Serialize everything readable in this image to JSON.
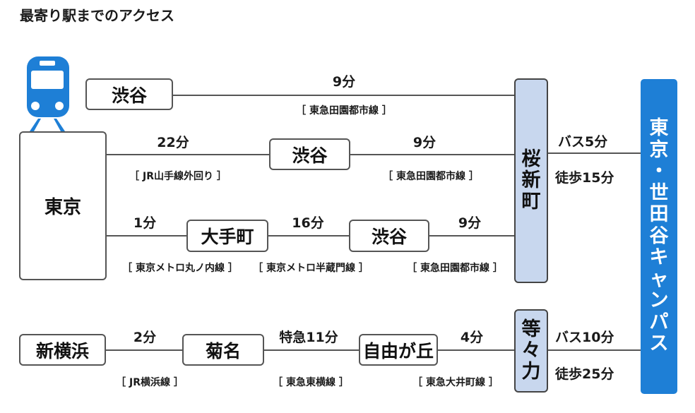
{
  "title": "最寄り駅までのアクセス",
  "icons": {
    "train": "train-icon"
  },
  "colors": {
    "campus_bg": "#1e7fd6",
    "hub_bg": "#c8d7ee",
    "train": "#1e7fd6"
  },
  "stations": {
    "shibuya": "渋谷",
    "tokyo": "東京",
    "otemachi": "大手町",
    "shin_yokohama": "新横浜",
    "kikuna": "菊名",
    "jiyugaoka": "自由が丘",
    "sakurashinmachi": [
      "桜",
      "新",
      "町"
    ],
    "todoroki": [
      "等",
      "々",
      "力"
    ],
    "campus": [
      "東",
      "京",
      "・",
      "世",
      "田",
      "谷",
      "キ",
      "ャ",
      "ン",
      "パ",
      "ス"
    ]
  },
  "routes": {
    "r1": {
      "time": "9分",
      "line": "［ 東急田園都市線 ］"
    },
    "r2a": {
      "time": "22分",
      "line": "［ JR山手線外回り ］"
    },
    "r2b": {
      "time": "9分",
      "line": "［ 東急田園都市線 ］"
    },
    "r3a": {
      "time": "1分",
      "line": "［ 東京メトロ丸ノ内線 ］"
    },
    "r3b": {
      "time": "16分",
      "line": "［ 東京メトロ半蔵門線 ］"
    },
    "r3c": {
      "time": "9分",
      "line": "［ 東急田園都市線 ］"
    },
    "r4a": {
      "time": "2分",
      "line": "［ JR横浜線 ］"
    },
    "r4b": {
      "time": "特急11分",
      "line": "［ 東急東横線 ］"
    },
    "r4c": {
      "time": "4分",
      "line": "［ 東急大井町線 ］"
    }
  },
  "access": {
    "sakura_bus": "バス5分",
    "sakura_walk": "徒歩15分",
    "todo_bus": "バス10分",
    "todo_walk": "徒歩25分"
  }
}
